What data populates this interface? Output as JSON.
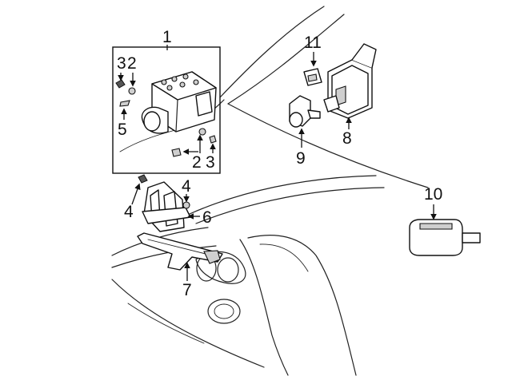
{
  "callouts": {
    "c1": "1",
    "c2": "2",
    "c3a": "3",
    "c3b": "3",
    "c4a": "4",
    "c4b": "4",
    "c5": "5",
    "c6": "6",
    "c7": "7",
    "c8": "8",
    "c9": "9",
    "c10": "10",
    "c11": "11",
    "c2top": "2"
  }
}
